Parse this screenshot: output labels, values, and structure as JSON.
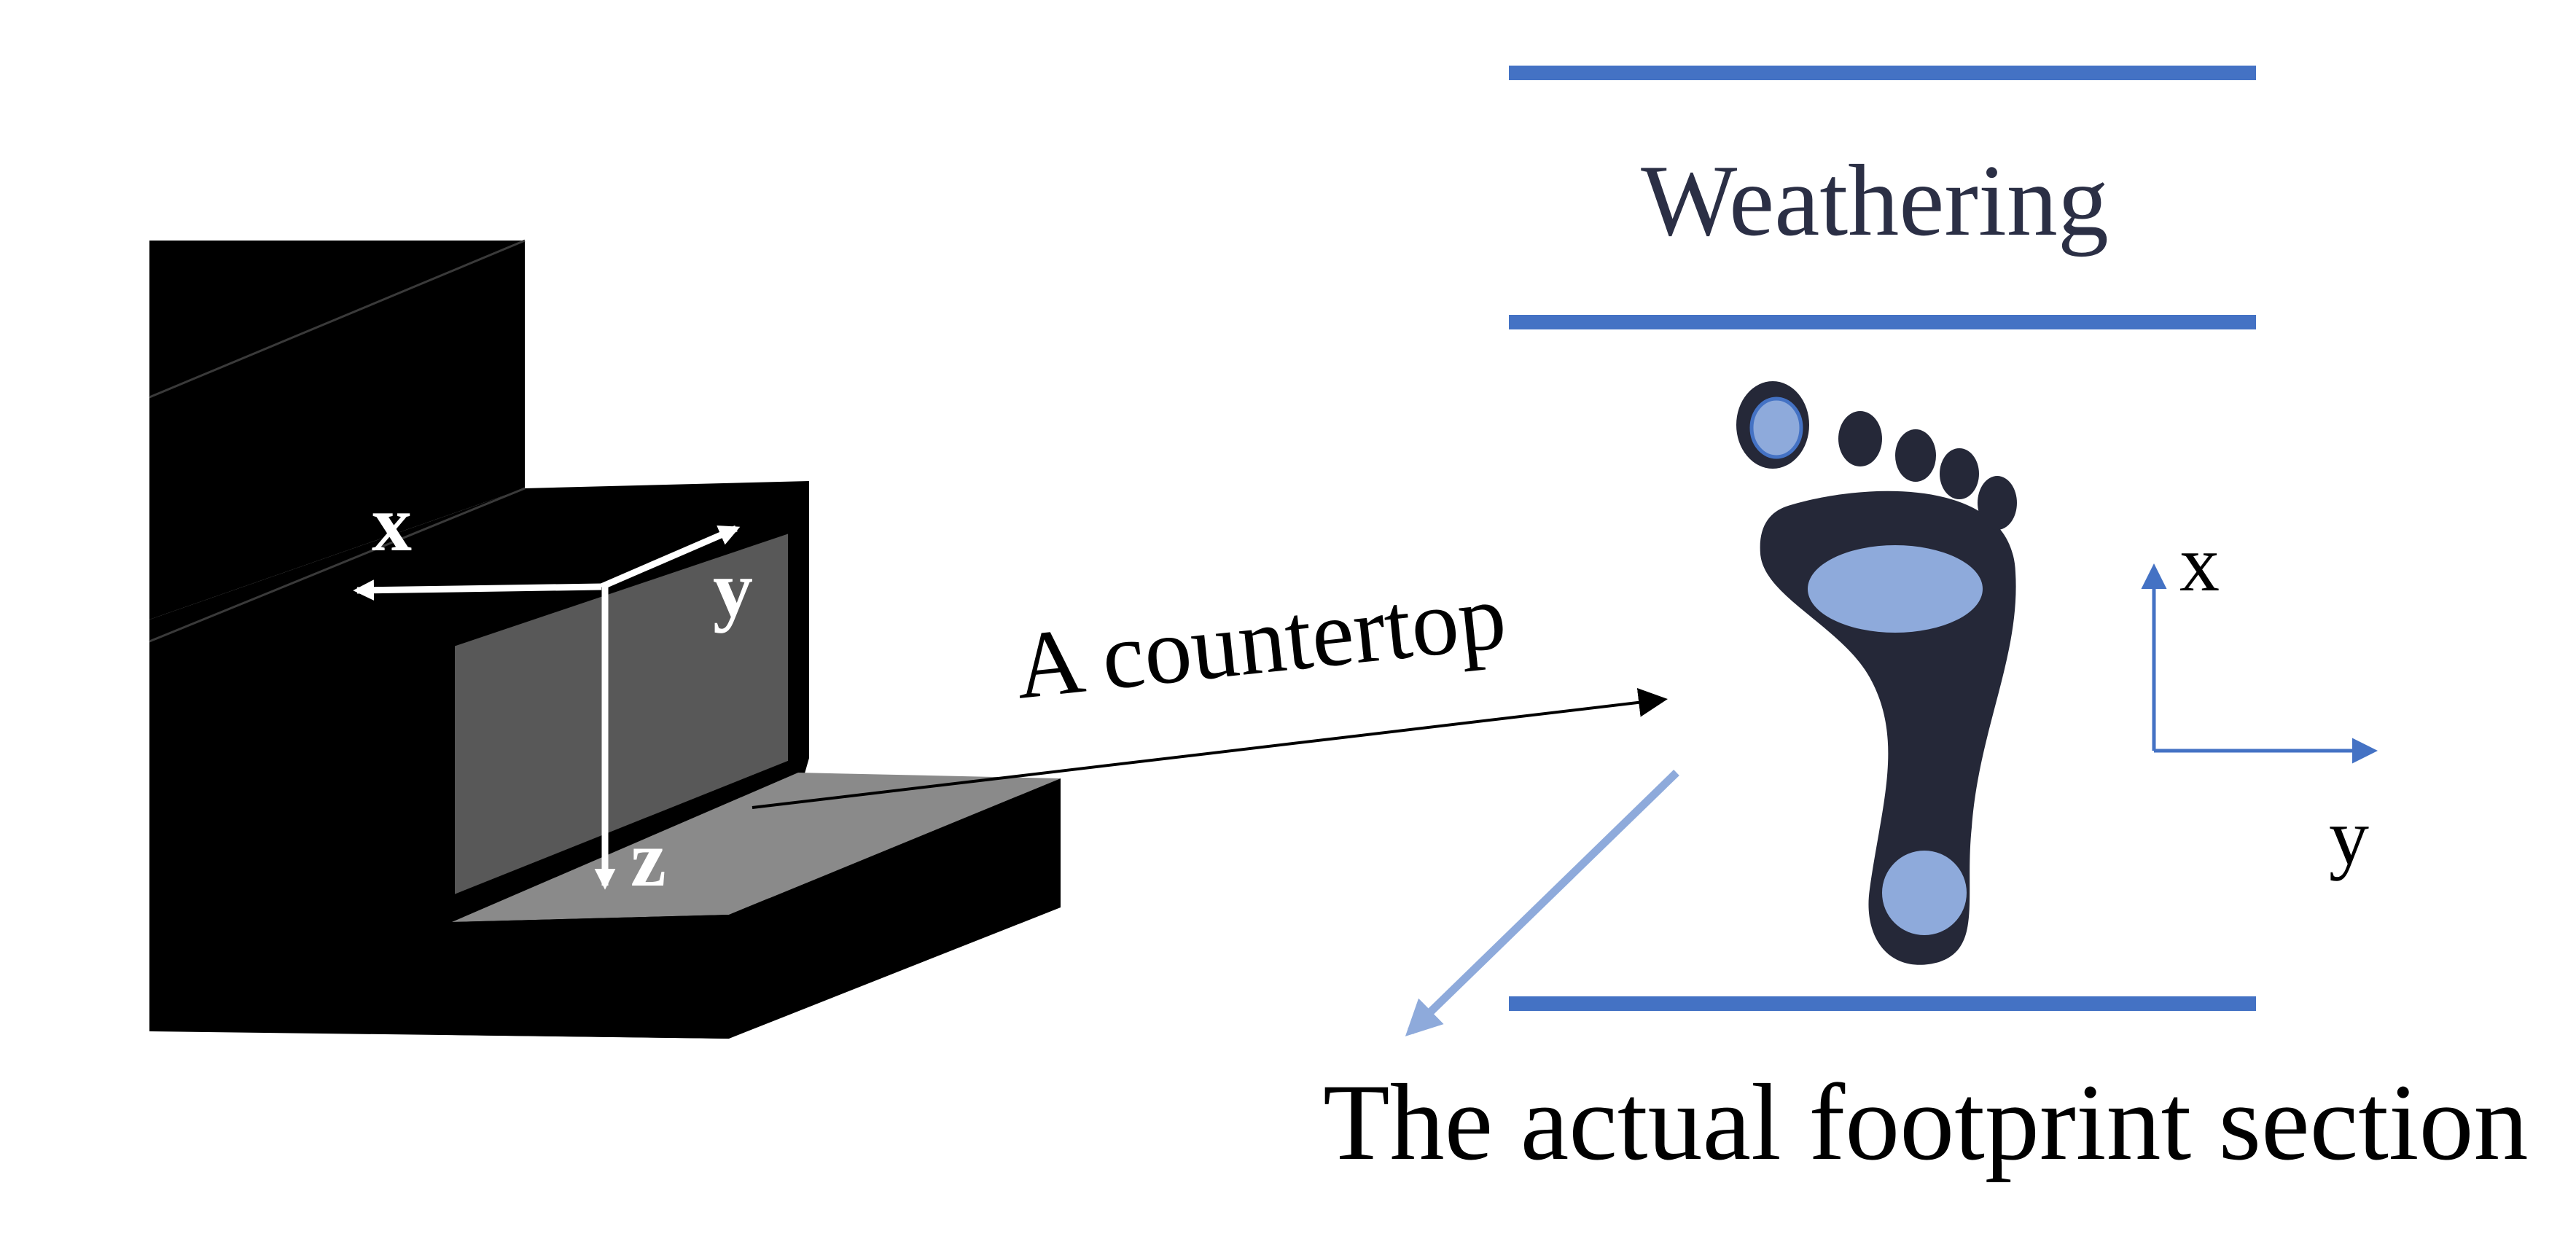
{
  "axes_3d": {
    "x_label": "x",
    "y_label": "y",
    "z_label": "z"
  },
  "countertop_label": "A countertop",
  "weathering_label": "Weathering",
  "axes_2d": {
    "x_label": "x",
    "y_label": "y"
  },
  "footprint_label": "The actual footprint section",
  "colors": {
    "band_blue": "#4472c4",
    "footprint_dark": "#252838",
    "footprint_light": "#8eaadb",
    "pointer_light_blue": "#8eaadb",
    "block_black": "#000000",
    "recess_gray": "#555555",
    "countertop_gray": "#8a8a8a"
  }
}
